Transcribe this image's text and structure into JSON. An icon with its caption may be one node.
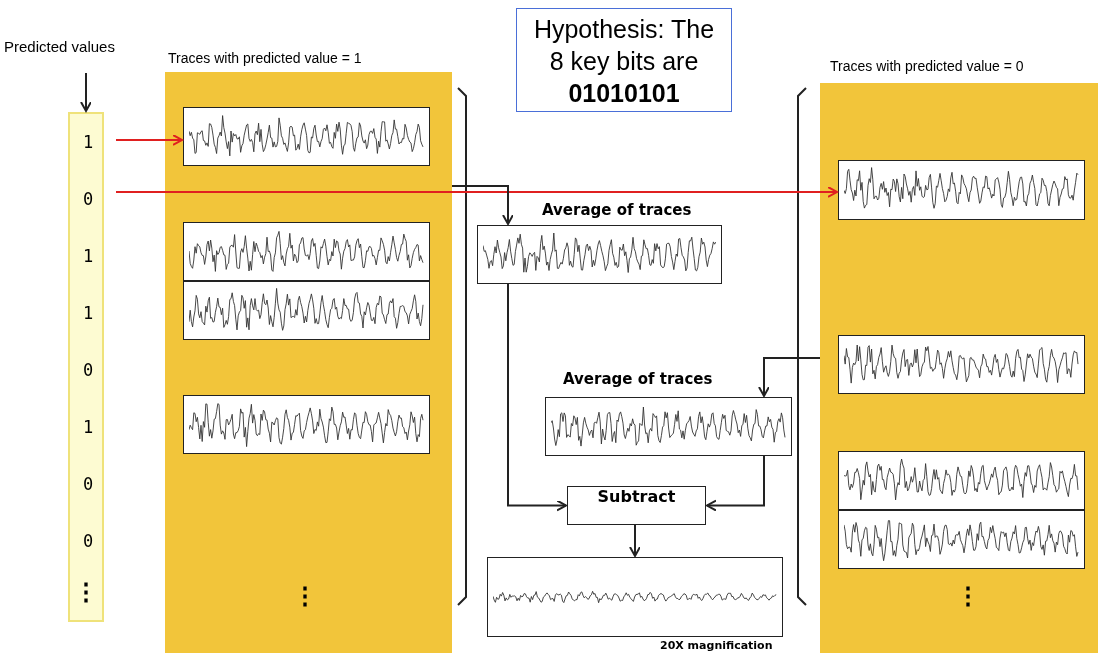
{
  "diagram": {
    "nodes": [
      {
        "text": [
          "Predicted values"
        ]
      },
      {
        "text": [],
        "shape": "box"
      },
      {
        "text": [
          "1"
        ],
        "in": 1
      },
      {
        "text": [
          "0"
        ],
        "in": 1
      },
      {
        "text": [
          "1"
        ],
        "in": 1
      },
      {
        "text": [
          "1"
        ],
        "in": 1
      },
      {
        "text": [
          "0"
        ],
        "in": 1
      },
      {
        "text": [
          "1"
        ],
        "in": 1
      },
      {
        "text": [
          "0"
        ],
        "in": 1
      },
      {
        "text": [
          "0"
        ],
        "in": 1
      },
      {
        "text": [
          "Traces with predicted value = 1"
        ]
      },
      {
        "text": [],
        "shape": "picture",
        "in": 10
      },
      {
        "text": [],
        "shape": "picture",
        "in": 10
      },
      {
        "text": [],
        "shape": "picture",
        "in": 10
      },
      {
        "text": [],
        "shape": "picture",
        "in": 10
      },
      {
        "text": [
          "Hypothesis: The 8 key bits are **01010101**"
        ]
      },
      {
        "text": [
          "Average of traces"
        ]
      },
      {
        "text": [
          "Average of traces"
        ]
      },
      {
        "text": [
          "Subtract"
        ]
      },
      {
        "text": [
          "20X magnification"
        ]
      },
      {
        "text": [
          "Traces with predicted value = 0"
        ]
      },
      {
        "text": [],
        "shape": "picture",
        "in": 20
      },
      {
        "text": [],
        "shape": "picture",
        "in": 20
      },
      {
        "text": [],
        "shape": "picture",
        "in": 20
      },
      {
        "text": [],
        "shape": "picture",
        "in": 20
      }
    ],
    "edges": [
      {
        "from": 0,
        "to": 1,
        "arrow": "to"
      },
      {
        "from": 2,
        "to": 11,
        "arrow": "to",
        "color": "#e02020"
      },
      {
        "from": 3,
        "to": 21,
        "arrow": "to",
        "color": "#e02020"
      },
      {
        "from": 10,
        "to": 16,
        "arrow": "to"
      },
      {
        "from": 20,
        "to": 17,
        "arrow": "to"
      },
      {
        "from": 16,
        "to": 18,
        "arrow": "to"
      },
      {
        "from": 17,
        "to": 18,
        "arrow": "to"
      },
      {
        "from": 18,
        "to": 19,
        "arrow": "to"
      }
    ],
    "labels": [
      "⋮",
      "⋮",
      "⋮"
    ]
  }
}
